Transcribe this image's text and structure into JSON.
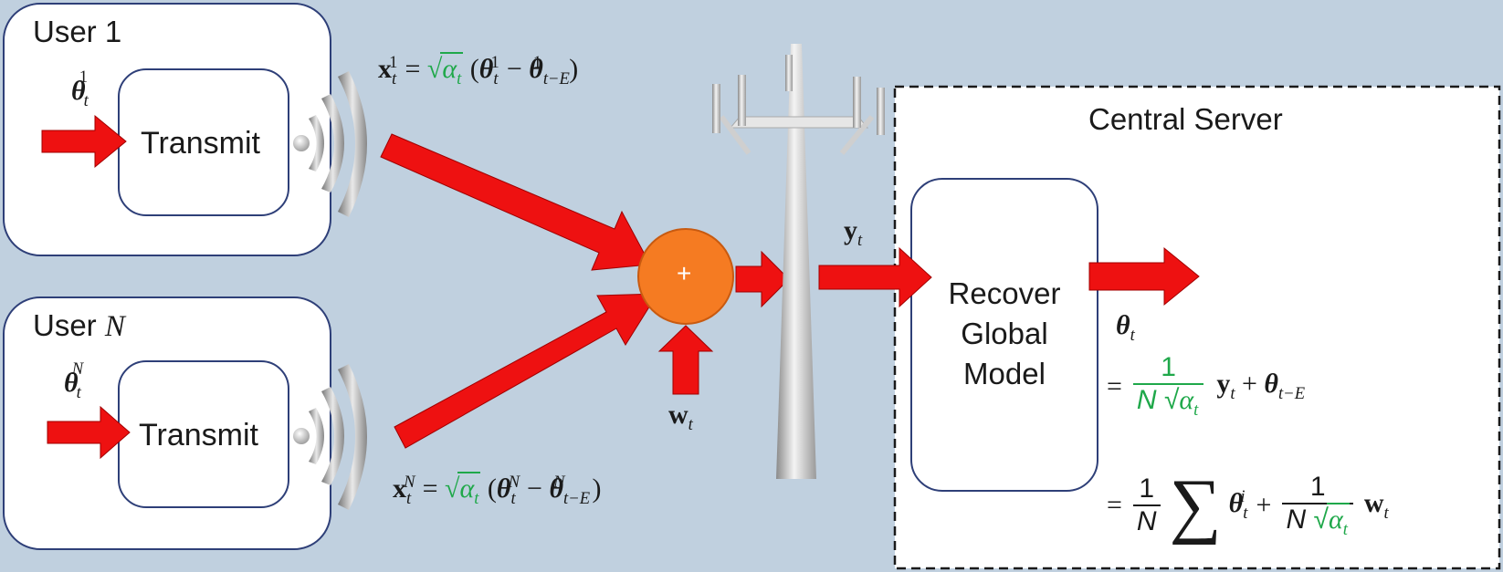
{
  "user1": {
    "title_prefix": "User ",
    "title_index": "1",
    "theta_sup": "1",
    "transmit_label": "Transmit"
  },
  "userN": {
    "title_prefix": "User ",
    "title_index": "N",
    "theta_sup": "N",
    "transmit_label": "Transmit"
  },
  "eq_x1": {
    "x": "x",
    "sub_t": "t",
    "sup_1": "1",
    "eq": "=",
    "alpha": "α",
    "alpha_sub": "t",
    "lparen": "(",
    "theta": "θ",
    "sub_tE": "t−E",
    "minus": "−",
    "rparen": ")"
  },
  "eq_xN": {
    "x": "x",
    "sub_t": "t",
    "sup_N": "N",
    "eq": "=",
    "alpha": "α",
    "alpha_sub": "t",
    "lparen": "(",
    "theta": "θ",
    "sub_tE": "t−E",
    "minus": "−",
    "rparen": ")"
  },
  "adder": {
    "symbol": "+"
  },
  "noise": {
    "w": "w",
    "sub": "t"
  },
  "signal": {
    "y": "y",
    "sub": "t"
  },
  "server": {
    "title": "Central Server",
    "recover_line1": "Recover",
    "recover_line2": "Global",
    "recover_line3": "Model",
    "theta": "θ",
    "theta_sub": "t",
    "eq1": {
      "eq": "=",
      "num": "1",
      "N": "N",
      "alpha": "α",
      "alpha_sub": "t",
      "y": "y",
      "y_sub": "t",
      "plus": "+",
      "theta": "θ",
      "theta_sub": "t−E"
    },
    "eq2": {
      "eq": "=",
      "num": "1",
      "N": "N",
      "sum": "∑",
      "theta": "θ",
      "theta_sup": "i",
      "theta_sub": "t",
      "plus": "+",
      "num2": "1",
      "N2": "N",
      "alpha": "α",
      "alpha_sub": "t",
      "w": "w",
      "w_sub": "t"
    }
  },
  "colors": {
    "background": "#c0d0df",
    "arrow": "#ee1111",
    "adder": "#f57b22",
    "green": "#1fa84a",
    "panel": "#ffffff",
    "border": "#2e3f78"
  }
}
